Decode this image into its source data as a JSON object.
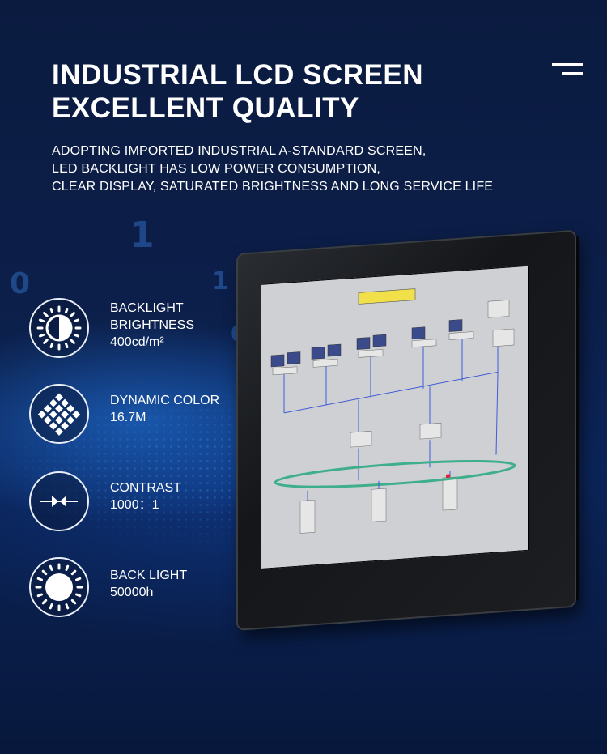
{
  "header": {
    "title_line1": "INDUSTRIAL LCD SCREEN",
    "title_line2": "EXCELLENT QUALITY"
  },
  "description": {
    "line1": "ADOPTING IMPORTED INDUSTRIAL A-STANDARD SCREEN,",
    "line2": "LED BACKLIGHT HAS LOW POWER CONSUMPTION,",
    "line3": "CLEAR DISPLAY, SATURATED BRIGHTNESS AND LONG SERVICE LIFE"
  },
  "features": [
    {
      "icon": "brightness-icon",
      "label_line1": "BACKLIGHT",
      "label_line2": "BRIGHTNESS",
      "value": "400cd/m²"
    },
    {
      "icon": "color-grid-icon",
      "label_line1": "DYNAMIC COLOR",
      "value": "16.7M"
    },
    {
      "icon": "contrast-icon",
      "label_line1": "CONTRAST",
      "value": "1000：1"
    },
    {
      "icon": "sun-icon",
      "label_line1": "BACK LIGHT",
      "value": "50000h"
    }
  ],
  "colors": {
    "background": "#0b1b40",
    "accent_blue": "#2a8cff",
    "text": "#ffffff",
    "screen_bg": "#c8c9cc"
  }
}
